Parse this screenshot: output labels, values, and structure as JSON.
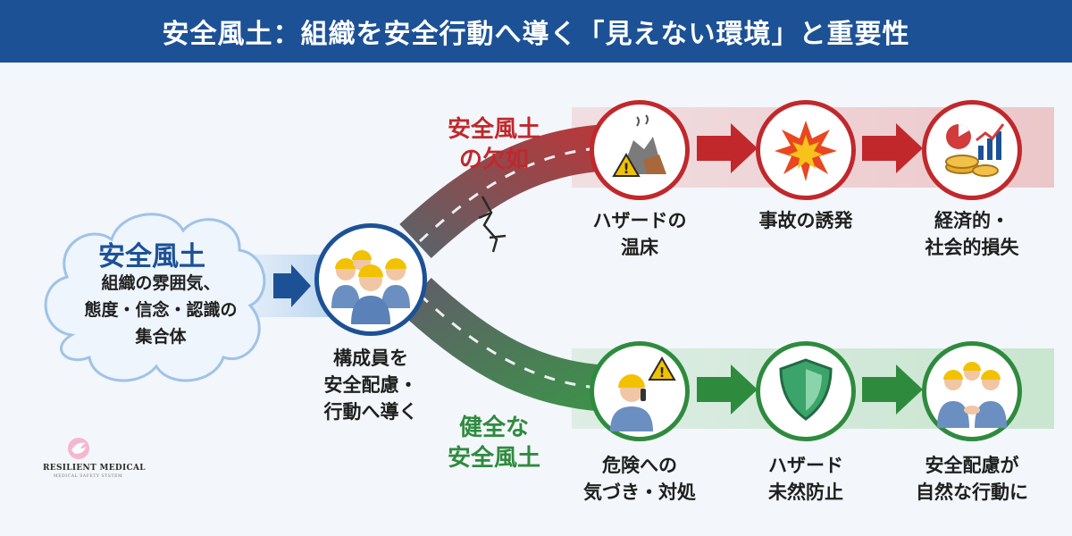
{
  "title": "安全風土：組織を安全行動へ導く「見えない環境」と重要性",
  "source": {
    "title": "安全風土",
    "text": [
      "組織の雰囲気、",
      "態度・信念・認識の",
      "集合体"
    ]
  },
  "center": {
    "lines": [
      "構成員を",
      "安全配慮・",
      "行動へ導く"
    ]
  },
  "lack_branch": {
    "label": [
      "安全風土",
      "の欠如"
    ],
    "steps": [
      {
        "lines": [
          "ハザードの",
          "温床"
        ],
        "icon": "hazard-rocks-icon"
      },
      {
        "lines": [
          "事故の誘発"
        ],
        "icon": "explosion-icon"
      },
      {
        "lines": [
          "経済的・",
          "社会的損失"
        ],
        "icon": "economic-loss-icon"
      }
    ]
  },
  "healthy_branch": {
    "label": [
      "健全な",
      "安全風土"
    ],
    "steps": [
      {
        "lines": [
          "危険への",
          "気づき・対処"
        ],
        "icon": "worker-warning-icon"
      },
      {
        "lines": [
          "ハザード",
          "未然防止"
        ],
        "icon": "shield-icon"
      },
      {
        "lines": [
          "安全配慮が",
          "自然な行動に"
        ],
        "icon": "handshake-icon"
      }
    ]
  },
  "logo": {
    "name": "RESILIENT MEDICAL",
    "tagline": "MEDICAL SAFETY SYSTEM"
  },
  "colors": {
    "header": "#1c5196",
    "lack": "#c0282c",
    "healthy": "#2e8b3e",
    "accent": "#1c5196"
  }
}
